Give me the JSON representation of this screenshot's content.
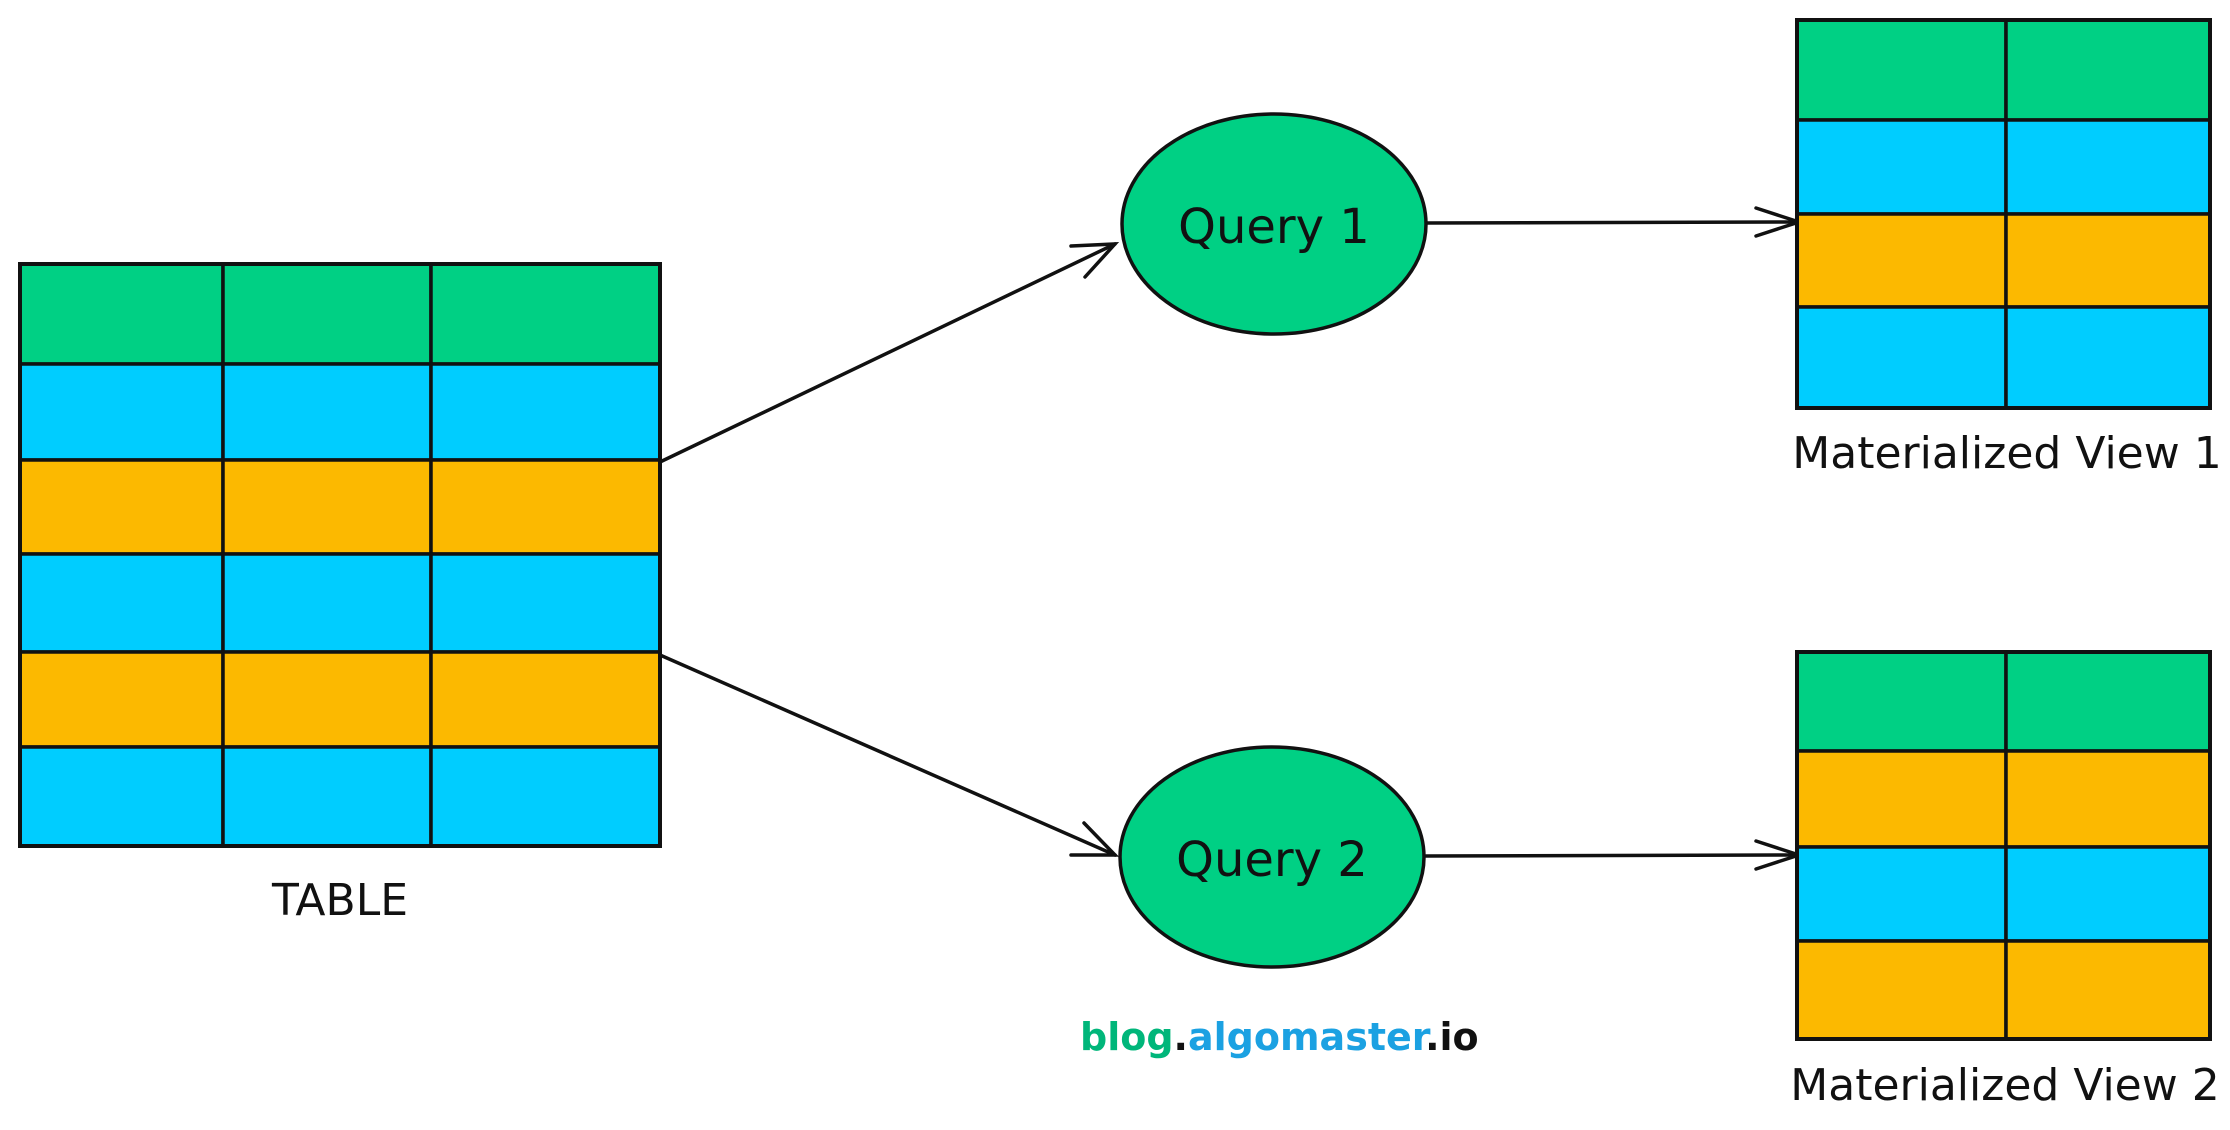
{
  "table": {
    "label": "TABLE",
    "columns": 3,
    "rows": [
      "green",
      "blue",
      "orange",
      "blue",
      "orange",
      "blue"
    ]
  },
  "queries": [
    {
      "label": "Query 1"
    },
    {
      "label": "Query 2"
    }
  ],
  "views": [
    {
      "label": "Materialized View 1",
      "columns": 2,
      "rows": [
        "green",
        "blue",
        "orange",
        "blue"
      ]
    },
    {
      "label": "Materialized View 2",
      "columns": 2,
      "rows": [
        "green",
        "orange",
        "blue",
        "orange"
      ]
    }
  ],
  "watermark": {
    "part1": "blog",
    "dot1": ".",
    "part2": "algomaster",
    "dot2": ".",
    "part3": "io"
  },
  "colors": {
    "green": "#00d084",
    "blue": "#00cdff",
    "orange": "#fcb900",
    "stroke": "#111111",
    "watermark_green": "#00b67a",
    "watermark_blue": "#1ba1e2",
    "watermark_dark": "#111111"
  }
}
